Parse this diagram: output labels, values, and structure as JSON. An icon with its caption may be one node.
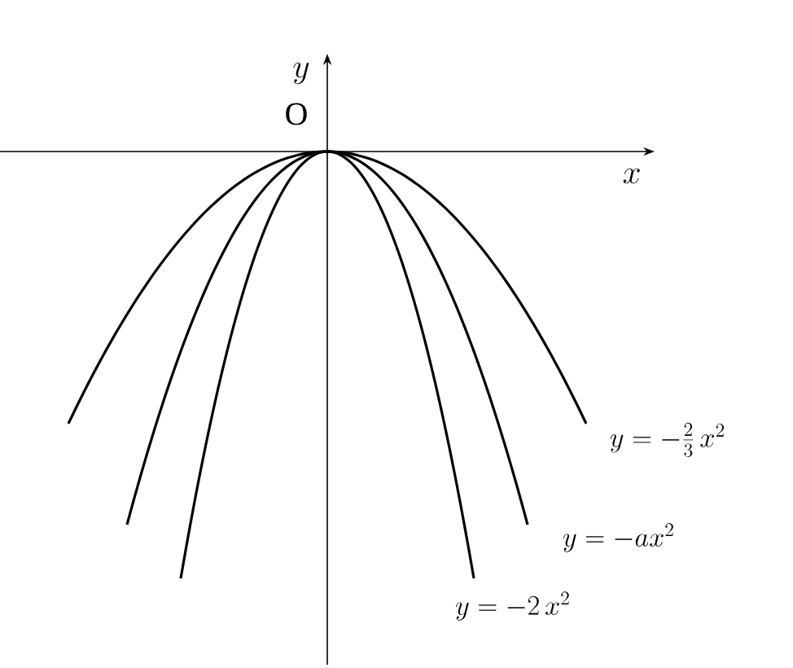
{
  "diagram": {
    "labels": [
      "y",
      "O",
      "x",
      "y=-\\frac{2}{3}\\,x^{2}",
      "y=-ax^{2}",
      "y=-2\\,x^{2}"
    ]
  }
}
